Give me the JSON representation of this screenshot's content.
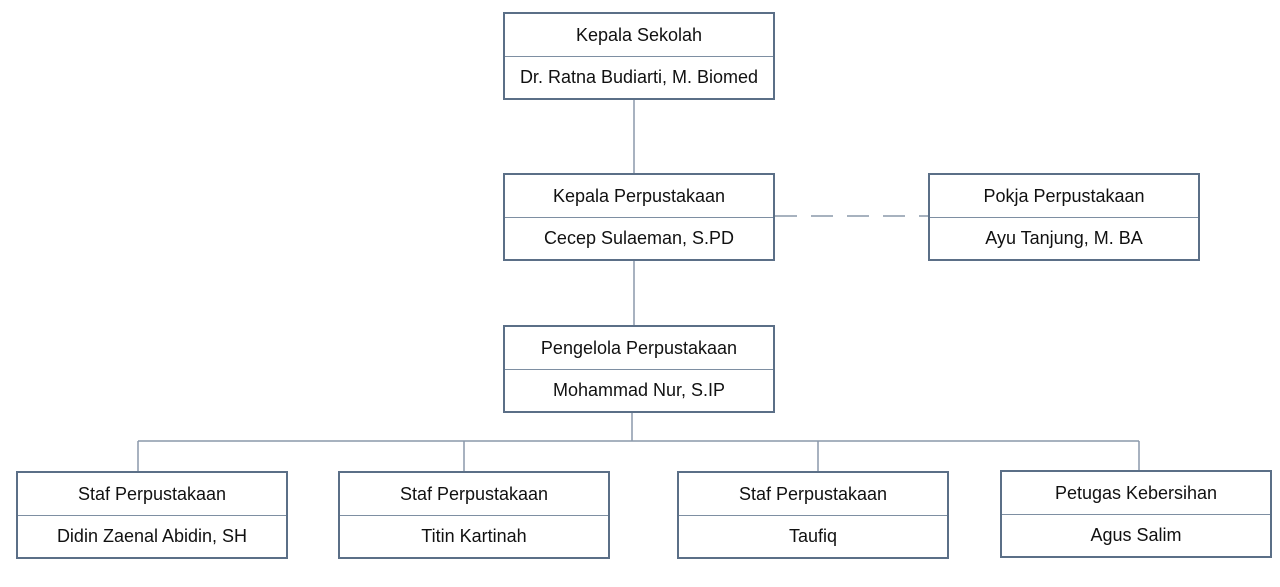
{
  "colors": {
    "box_border": "#5b6f87",
    "connector": "#8a98aa",
    "text": "#111111"
  },
  "chart": {
    "kepala_sekolah": {
      "role": "Kepala Sekolah",
      "name": "Dr. Ratna Budiarti, M. Biomed"
    },
    "kepala_perpustakaan": {
      "role": "Kepala Perpustakaan",
      "name": "Cecep Sulaeman, S.PD"
    },
    "pokja": {
      "role": "Pokja Perpustakaan",
      "name": "Ayu Tanjung, M. BA"
    },
    "pengelola": {
      "role": "Pengelola Perpustakaan",
      "name": "Mohammad Nur, S.IP"
    },
    "staff": [
      {
        "role": "Staf Perpustakaan",
        "name": "Didin Zaenal Abidin, SH"
      },
      {
        "role": "Staf Perpustakaan",
        "name": "Titin Kartinah"
      },
      {
        "role": "Staf Perpustakaan",
        "name": "Taufiq"
      },
      {
        "role": "Petugas Kebersihan",
        "name": "Agus Salim"
      }
    ]
  }
}
